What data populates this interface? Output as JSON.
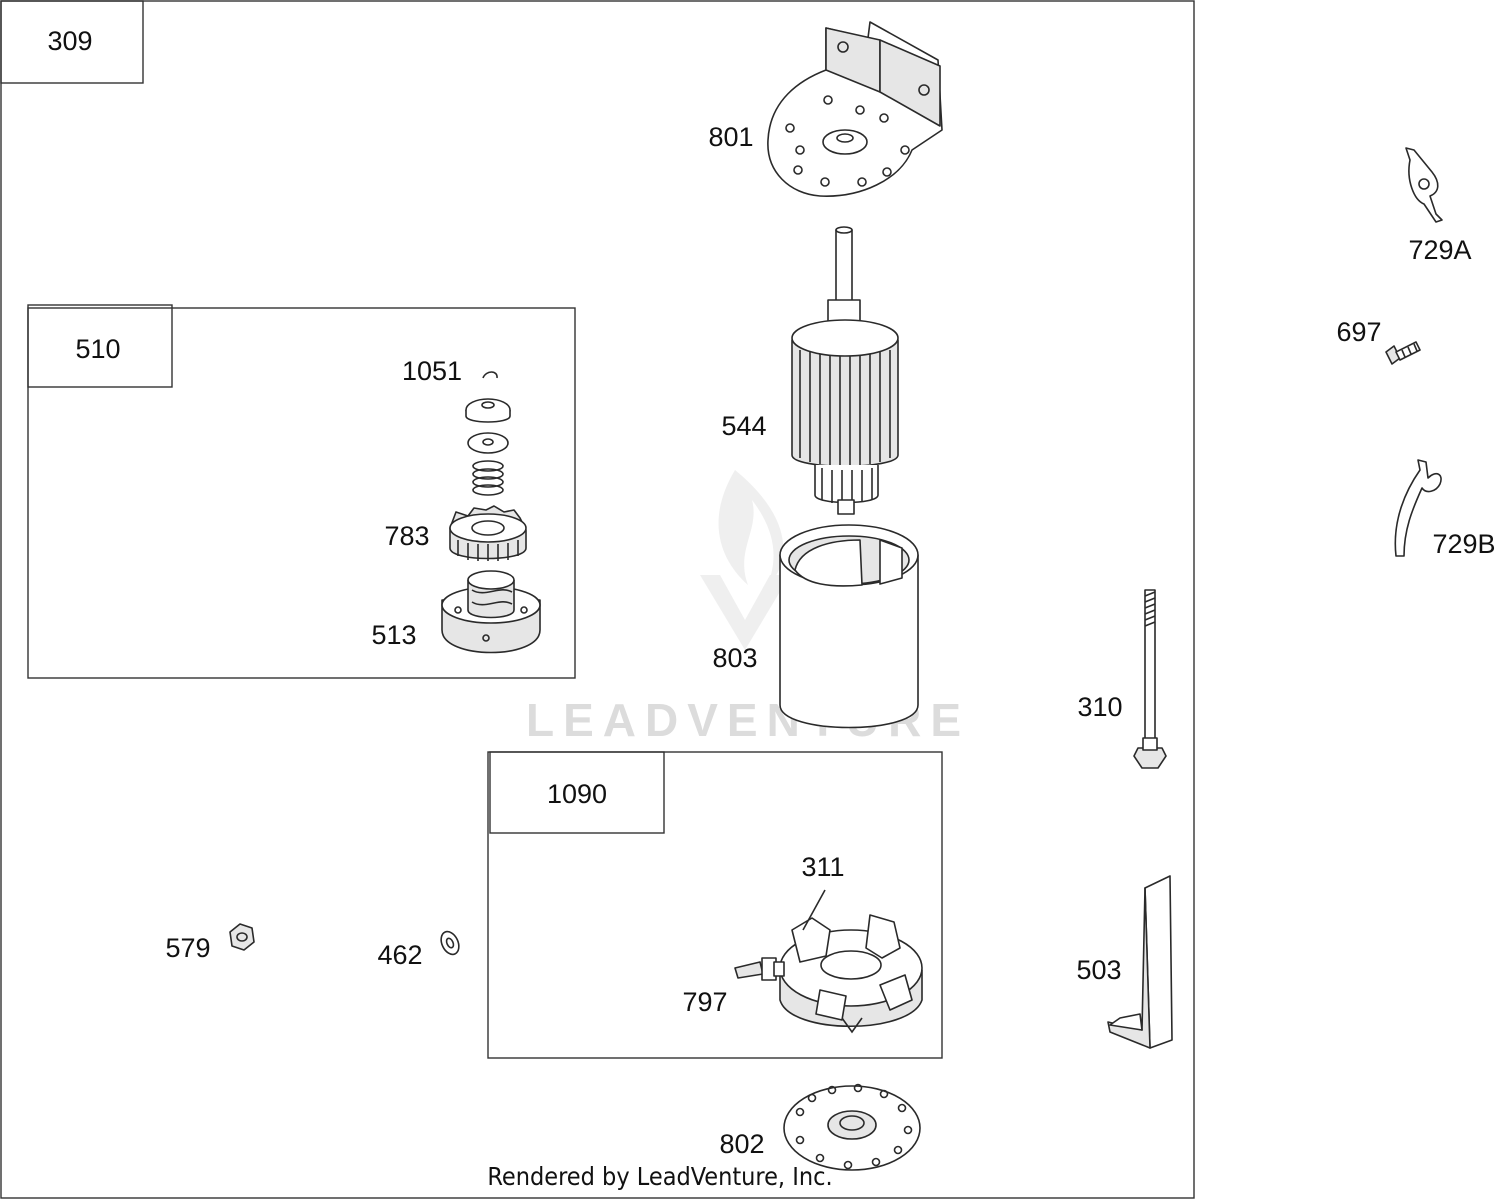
{
  "diagram": {
    "assembly_number": "309",
    "subassemblies": [
      {
        "number": "510",
        "parts": [
          "1051",
          "783",
          "513"
        ]
      },
      {
        "number": "1090",
        "parts": [
          "311",
          "797"
        ]
      }
    ],
    "part_labels": {
      "p801": "801",
      "p544": "544",
      "p803": "803",
      "p802": "802",
      "p1051": "1051",
      "p783": "783",
      "p513": "513",
      "p311": "311",
      "p797": "797",
      "p579": "579",
      "p462": "462",
      "p729A": "729A",
      "p697": "697",
      "p729B": "729B",
      "p310": "310",
      "p503": "503"
    },
    "watermark": "LEADVENTURE",
    "footer": "Rendered by LeadVenture, Inc."
  }
}
